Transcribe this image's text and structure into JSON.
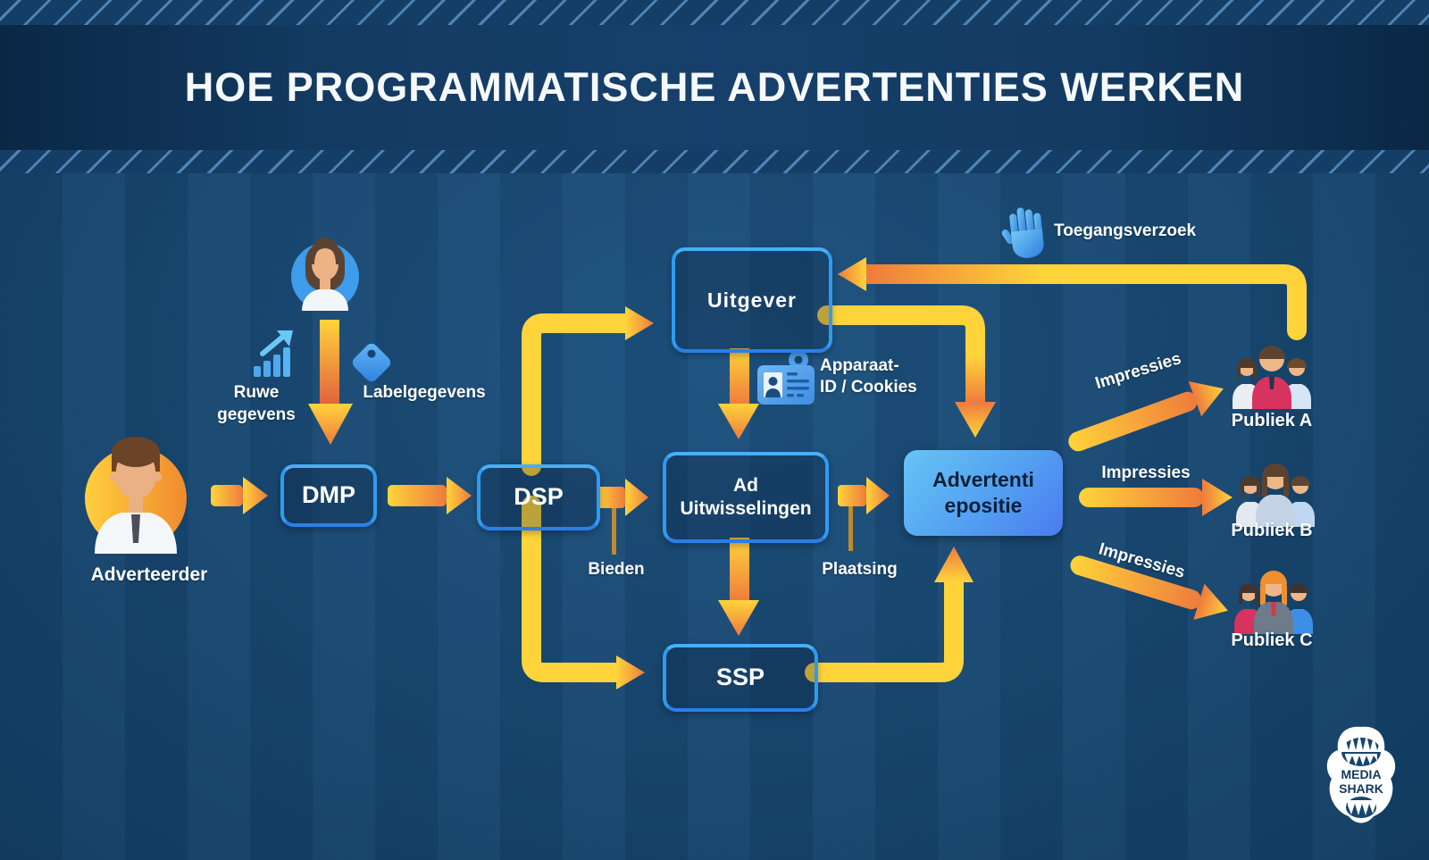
{
  "header": {
    "title": "HOE PROGRAMMATISCHE ADVERTENTIES WERKEN"
  },
  "nodes": {
    "dmp": "DMP",
    "dsp": "DSP",
    "publisher": "Uitgever",
    "ad_exchange": [
      "Ad",
      "Uitwisselingen"
    ],
    "ssp": "SSP",
    "ad_position": [
      "Advertenti",
      "epositie"
    ]
  },
  "labels": {
    "advertiser": "Adverteerder",
    "raw_data": [
      "Ruwe",
      "gegevens"
    ],
    "tag_data": "Labelgegevens",
    "bidding": "Bieden",
    "placement": "Plaatsing",
    "device_id": [
      "Apparaat-",
      "ID / Cookies"
    ],
    "access_request": "Toegangsverzoek"
  },
  "audiences": [
    {
      "label": "Publiek A",
      "impressions": "Impressies"
    },
    {
      "label": "Publiek B",
      "impressions": "Impressies"
    },
    {
      "label": "Publiek C",
      "impressions": "Impressies"
    }
  ],
  "logo": {
    "line1": "MEDIA",
    "line2": "SHARK"
  },
  "colors": {
    "background": "#17456F",
    "header_band": "#133A61",
    "box_border": "#2F9BF0",
    "arrow_yellow": "#FFD43B",
    "arrow_orange": "#EE7B3C",
    "ad_position_fill_start": "#66C5F4",
    "ad_position_fill_end": "#4A7BEF",
    "icon_blue": "#4FA8EE",
    "text_light": "#FFFFFF",
    "text_dark": "#0B2038"
  }
}
